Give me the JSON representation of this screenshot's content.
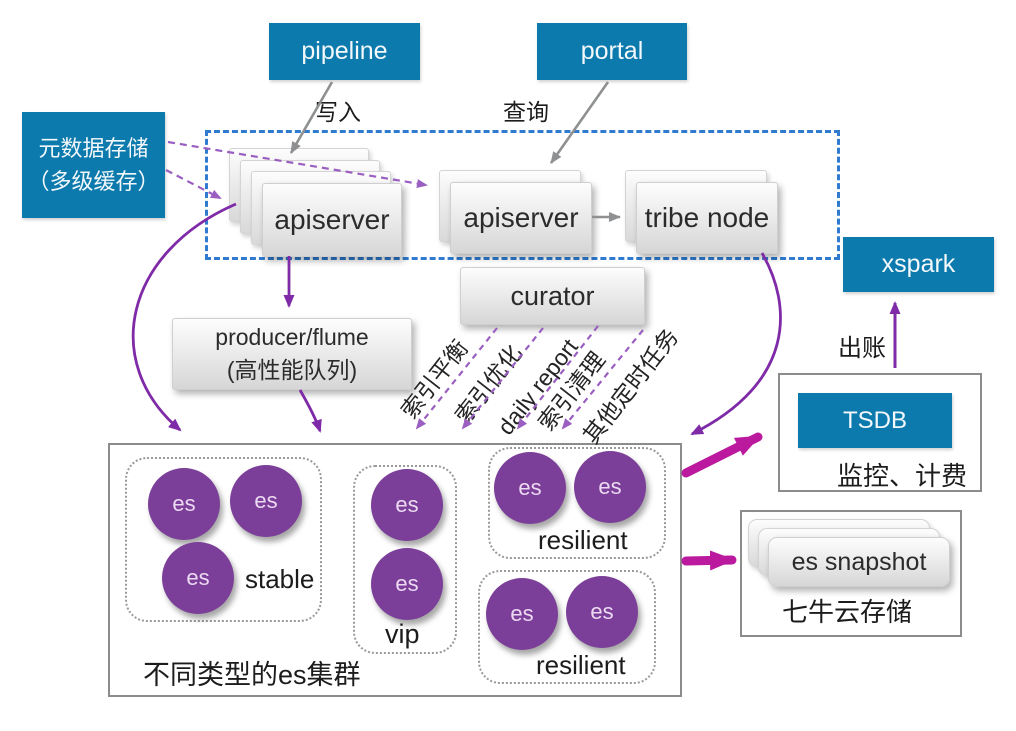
{
  "title": "es-cluster-architecture-diagram",
  "colors": {
    "node_blue": "#0d7aad",
    "dashed_border_blue": "#2e7bd0",
    "arrow_purple": "#7f2ba8",
    "arrow_light_purple": "#9a5fc0",
    "arrow_pink": "#bb1a9e",
    "arrow_gray": "#8e9091",
    "es_circle_purple": "#7c3f99"
  },
  "nodes": {
    "pipeline": "pipeline",
    "portal": "portal",
    "metadata_line1": "元数据存储",
    "metadata_line2": "（多级缓存）",
    "apiserver_stack": "apiserver",
    "apiserver": "apiserver",
    "tribe_node": "tribe node",
    "curator": "curator",
    "producer_line1": "producer/flume",
    "producer_line2": "(高性能队列)",
    "xspark": "xspark",
    "tsdb": "TSDB",
    "monitoring": "监控、计费",
    "es_snapshot": "es snapshot",
    "qiniu": "七牛云存储",
    "cluster_title": "不同类型的es集群",
    "es": "es"
  },
  "groups": {
    "stable": "stable",
    "vip": "vip",
    "resilient_top": "resilient",
    "resilient_bottom": "resilient"
  },
  "edge_labels": {
    "write": "写入",
    "query": "查询",
    "billing": "出账"
  },
  "scheduled_tasks": [
    "索引平衡",
    "索引优化",
    "daily report",
    "索引清理",
    "其他定时任务"
  ]
}
